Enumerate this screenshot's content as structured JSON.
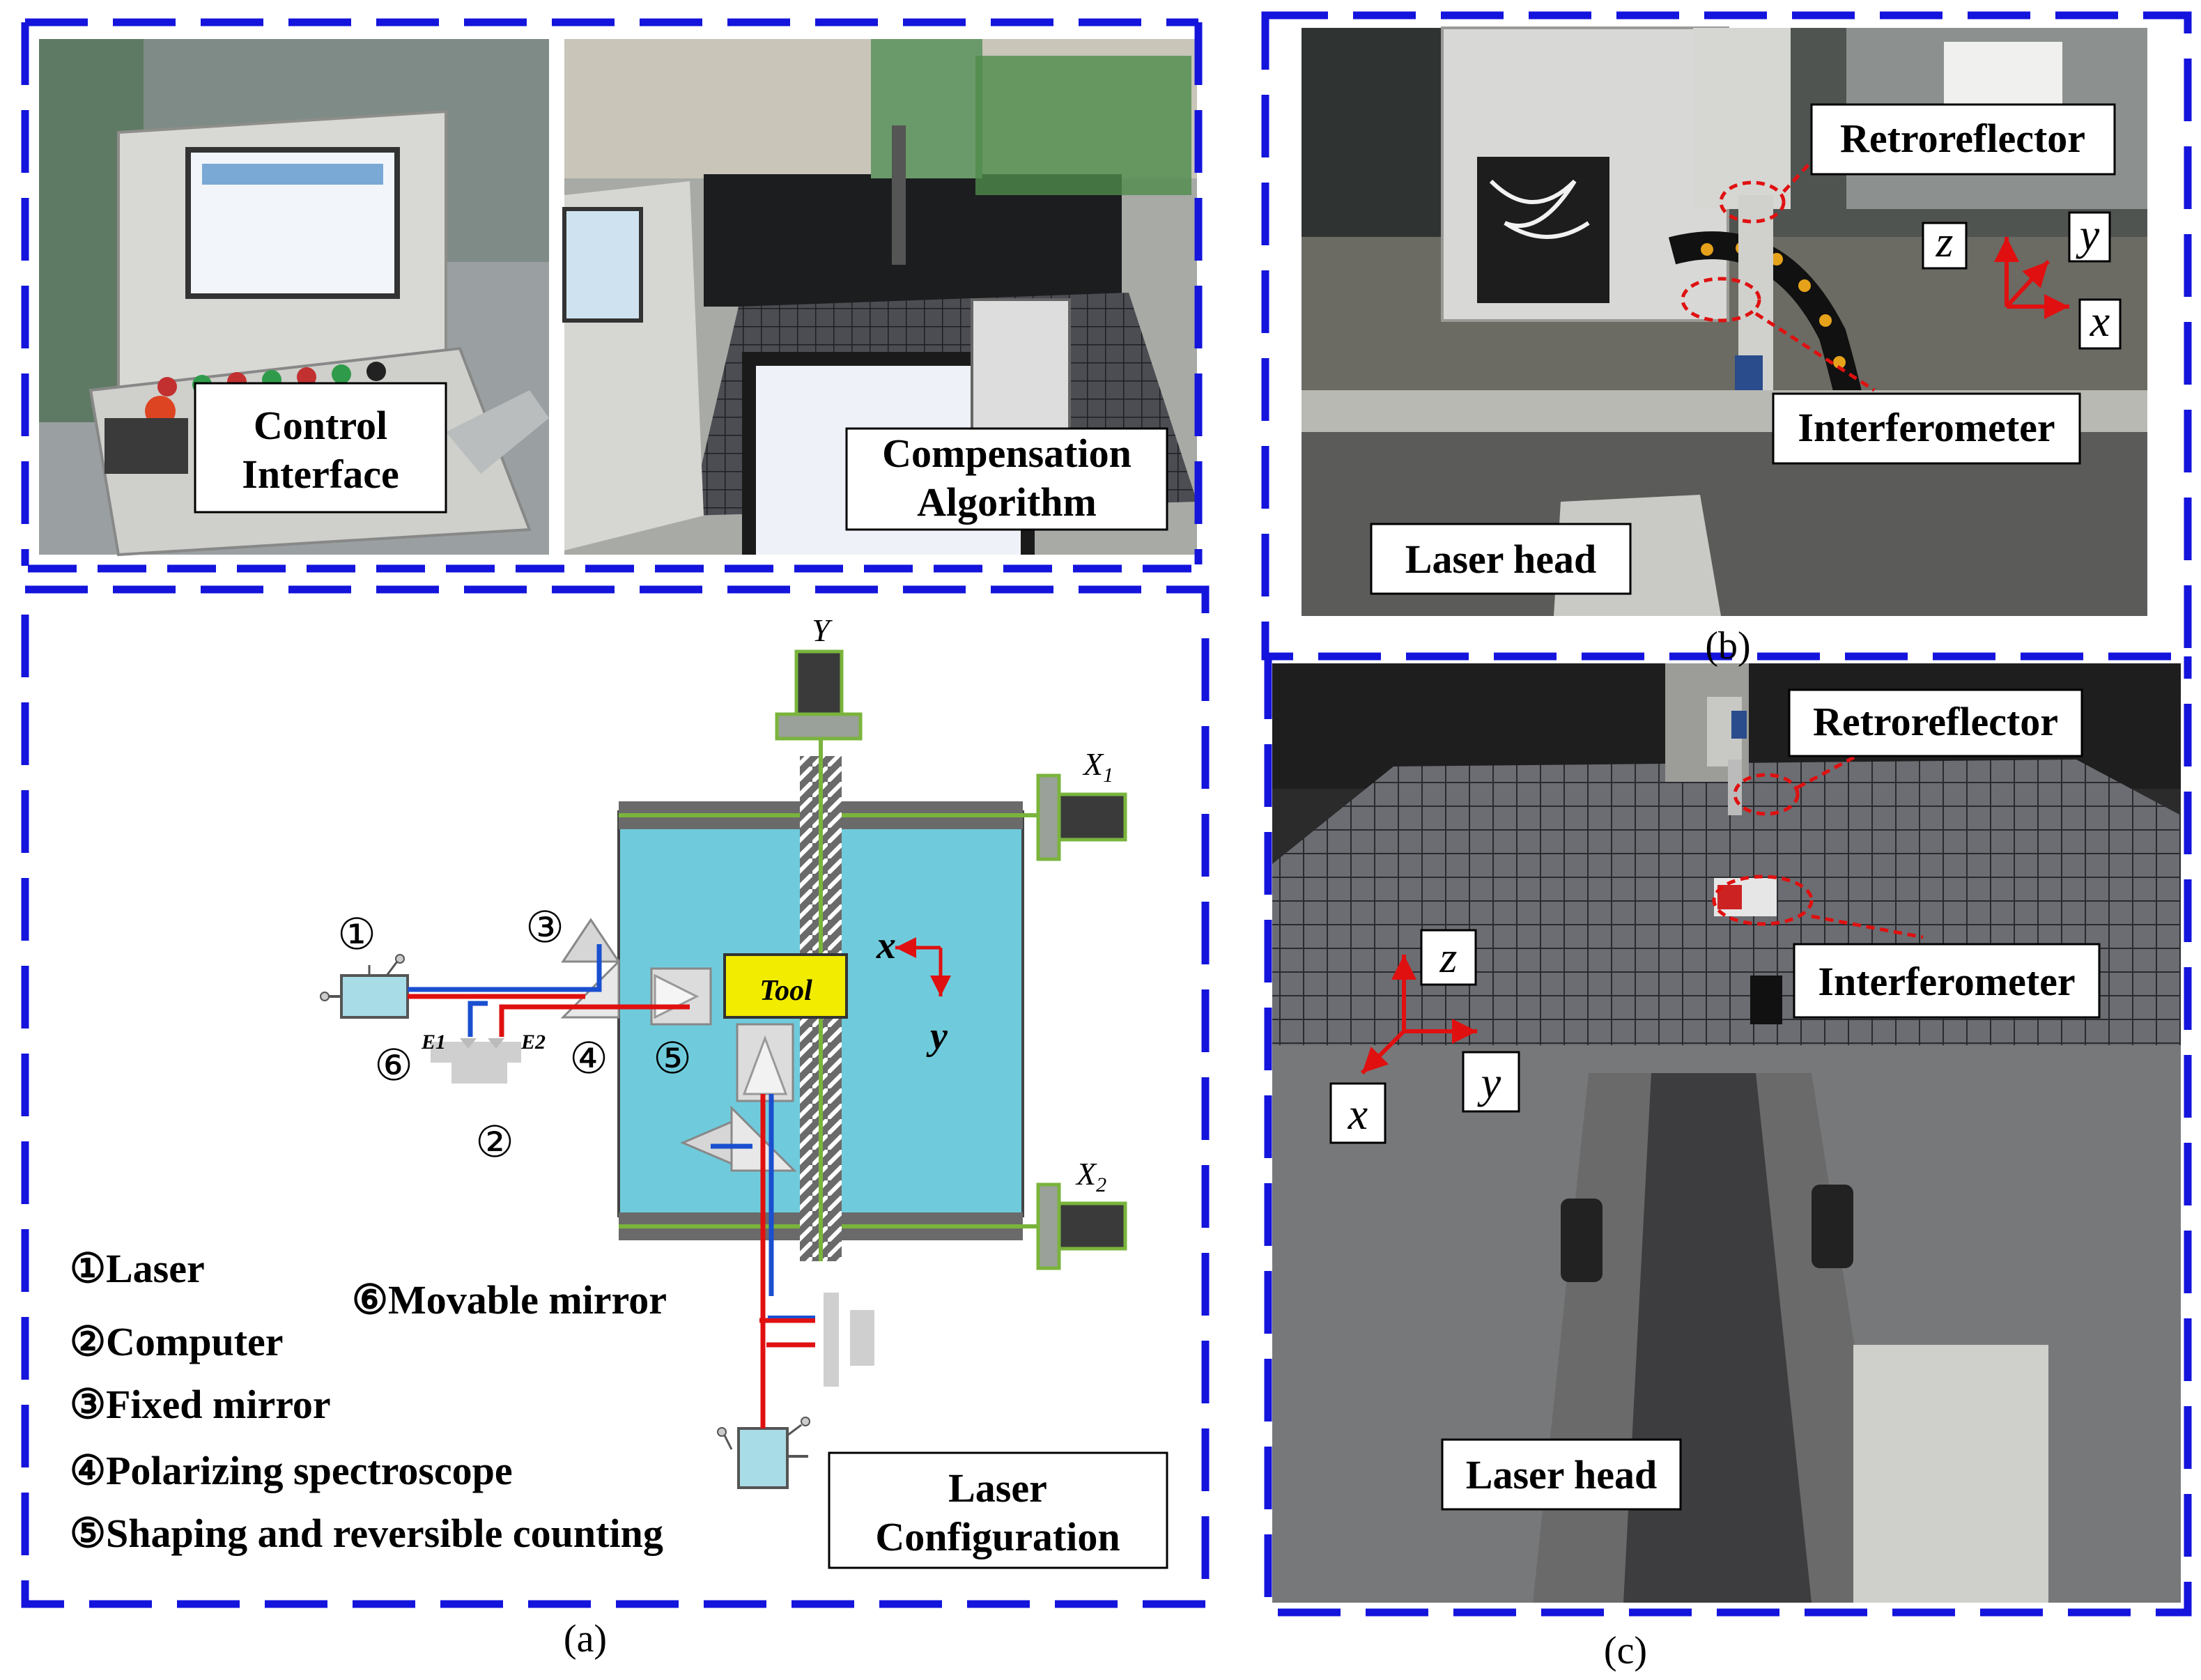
{
  "panels": {
    "a": {
      "caption": "(a)"
    },
    "b": {
      "caption": "(b)"
    },
    "c": {
      "caption": "(c)"
    }
  },
  "photo_labels": {
    "control_line1": "Control",
    "control_line2": "Interface",
    "comp_line1": "Compensation",
    "comp_line2": "Algorithm",
    "b_retroreflector": "Retroreflector",
    "b_interferometer": "Interferometer",
    "b_laser_head": "Laser head",
    "b_axis_z": "z",
    "b_axis_y": "y",
    "b_axis_x": "x",
    "c_retroreflector": "Retroreflector",
    "c_interferometer": "Interferometer",
    "c_laser_head": "Laser head",
    "c_axis_z": "z",
    "c_axis_y": "y",
    "c_axis_x": "x"
  },
  "diagram": {
    "axis_Y": "Y",
    "axis_X1": "X",
    "axis_X1_sub": "1",
    "axis_X2": "X",
    "axis_X2_sub": "2",
    "tool": "Tool",
    "coord_x": "x",
    "coord_y": "y",
    "e1": "E1",
    "e2": "E2",
    "n1": "①",
    "n2": "②",
    "n3": "③",
    "n4": "④",
    "n5": "⑤",
    "n6": "⑥",
    "laser_config_line1": "Laser",
    "laser_config_line2": "Configuration"
  },
  "legend": [
    "①Laser",
    "②Computer",
    "③Fixed mirror",
    "④Polarizing spectroscope",
    "⑤Shaping and reversible counting",
    "⑥Movable mirror"
  ],
  "colors": {
    "frame": "#1414dc",
    "table": "#6fcbdc",
    "rail": "#6a6a6a",
    "rail_green": "#7ab43c",
    "beam_red": "#e01010",
    "beam_blue": "#1a4fd0",
    "tool": "#f2ec00",
    "annotation": "#e01010"
  }
}
